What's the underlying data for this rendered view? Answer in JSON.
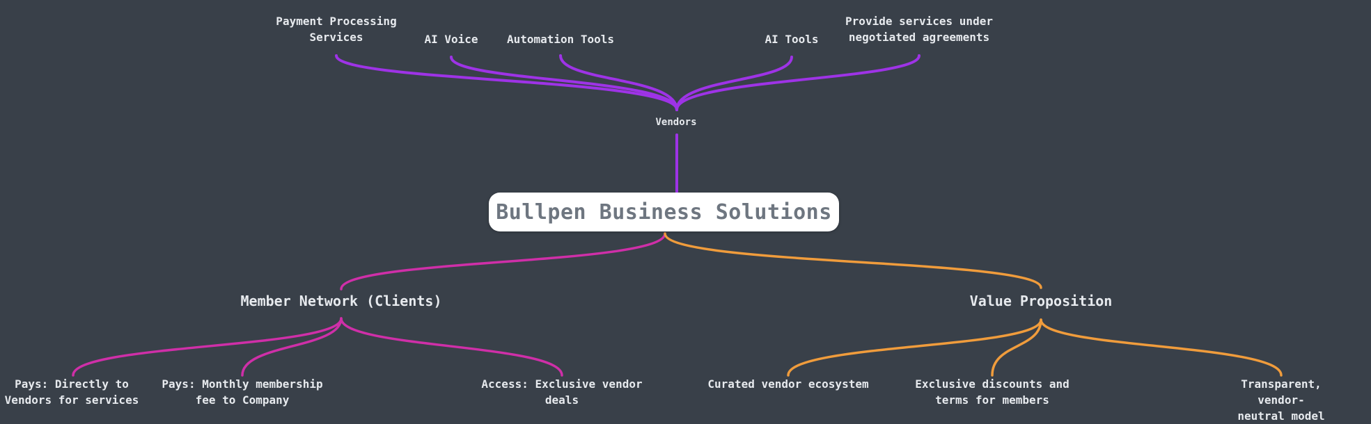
{
  "diagram_type": "mindmap",
  "colors": {
    "background": "#394049",
    "vendors_branch": "#9e33e6",
    "member_network_branch": "#cf2fa8",
    "value_proposition_branch": "#f09c3c",
    "root_background": "#ffffff",
    "root_text": "#6e7680",
    "label_text": "#e7eaee"
  },
  "root": {
    "label": "Bullpen Business Solutions"
  },
  "branches": {
    "vendors": {
      "label": "Vendors",
      "children": [
        {
          "label": "Payment Processing\nServices"
        },
        {
          "label": "AI Voice"
        },
        {
          "label": "Automation Tools"
        },
        {
          "label": "AI Tools"
        },
        {
          "label": "Provide services under\nnegotiated agreements"
        }
      ]
    },
    "member_network": {
      "label": "Member Network (Clients)",
      "children": [
        {
          "label": "Pays: Directly to\nVendors for services"
        },
        {
          "label": "Pays: Monthly membership\nfee to Company"
        },
        {
          "label": "Access: Exclusive vendor\ndeals"
        }
      ]
    },
    "value_proposition": {
      "label": "Value Proposition",
      "children": [
        {
          "label": "Curated vendor ecosystem"
        },
        {
          "label": "Exclusive discounts and\nterms for members"
        },
        {
          "label": "Transparent,\nvendor-neutral model"
        }
      ]
    }
  }
}
